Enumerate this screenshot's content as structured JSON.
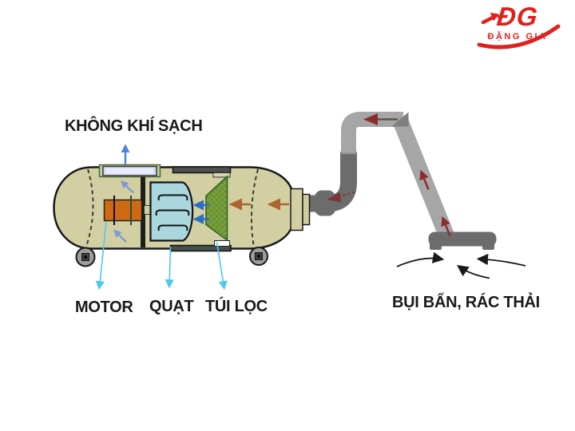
{
  "logo": {
    "monogram": "ĐG",
    "name": "ĐẶNG GIA"
  },
  "labels": {
    "clean_air": "KHÔNG KHÍ SẠCH",
    "motor": "MOTOR",
    "fan": "QUẠT",
    "filter_bag": "TÚI LỌC",
    "dust": "BỤI BẨN, RÁC THẢI"
  },
  "colors": {
    "brand-red": "#e0201c",
    "ink": "#1a1a1a",
    "tank-fill": "#d2d0a2",
    "motor-orange": "#cf6a14",
    "fan-blue": "#aad6dd",
    "filter-green": "#79a23e",
    "filter-green-dark": "#6a9034",
    "pipe-light": "#a6a6a6",
    "pipe-dark": "#6c6c6c",
    "metal-gray": "#4f4f4f",
    "vent-lavender": "#d7d9f6",
    "vent-frame": "#b9cfa2",
    "flow-red": "#8b2d2d",
    "flow-brown": "#ad6530",
    "flow-blue": "#2e6ebe",
    "flow-softblue": "#7e9cd4",
    "flow-skyblue": "#4f83dd",
    "leader-cyan": "#4fc7ee"
  }
}
